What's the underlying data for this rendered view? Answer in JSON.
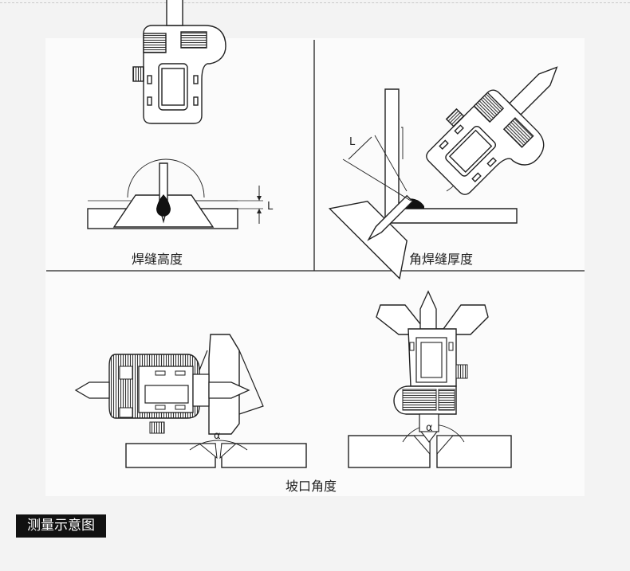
{
  "captions": {
    "weld_height": "焊缝高度",
    "fillet_thickness": "角焊缝厚度",
    "groove_angle": "坡口角度"
  },
  "symbols": {
    "dim_L": "L",
    "alpha": "α"
  },
  "footer_label": "测量示意图",
  "colors": {
    "background": "#f3f3f3",
    "panel": "#fbfbfb",
    "ink": "#222222",
    "label_bg": "#111111",
    "label_text": "#ffffff"
  },
  "icons": [
    "welding-gauge-icon",
    "weld-bead-icon"
  ]
}
